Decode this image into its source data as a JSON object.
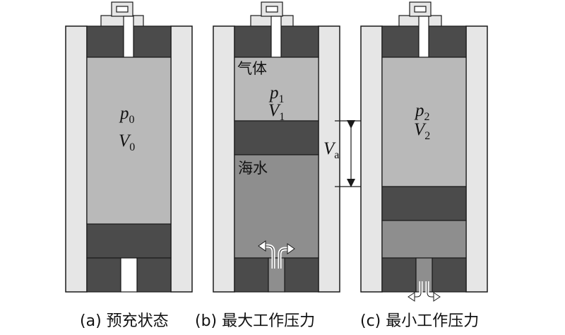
{
  "colors": {
    "wall": "#e6e6e6",
    "gas": "#b9b9b9",
    "water": "#8e8e8e",
    "piston": "#4b4b4b",
    "stroke": "#1a1a1a"
  },
  "panels": [
    {
      "caption": "(a) 预充状态",
      "symbols": [
        {
          "main": "p",
          "sub": "0"
        },
        {
          "main": "V",
          "sub": "0"
        }
      ]
    },
    {
      "caption": "(b) 最大工作压力",
      "gas_label": "气体",
      "water_label": "海水",
      "symbols": [
        {
          "main": "p",
          "sub": "1"
        },
        {
          "main": "V",
          "sub": "1"
        }
      ],
      "stroke_volume": {
        "main": "V",
        "sub": "a"
      }
    },
    {
      "caption": "(c) 最小工作压力",
      "symbols": [
        {
          "main": "p",
          "sub": "2"
        },
        {
          "main": "V",
          "sub": "2"
        }
      ]
    }
  ]
}
